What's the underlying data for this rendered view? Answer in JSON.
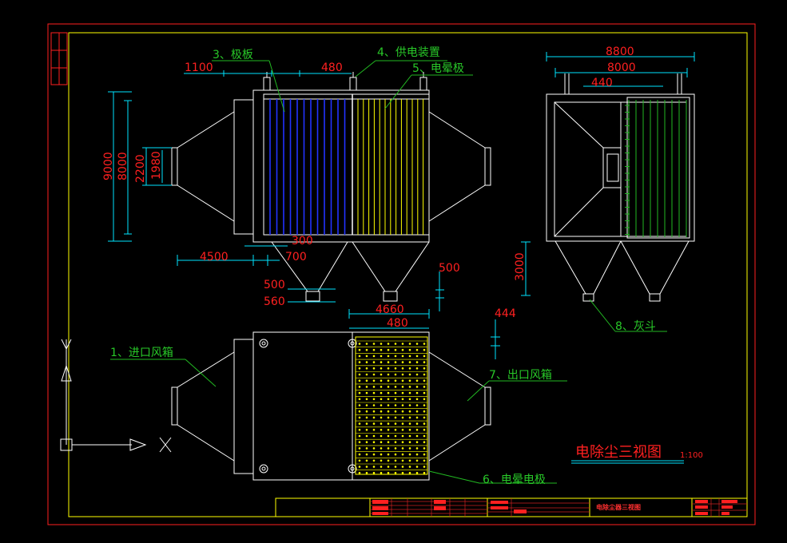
{
  "colors": {
    "background": "#000000",
    "outline": "#ffffff",
    "dimension_line": "#00e5ff",
    "dimension_text": "#ff2020",
    "leader_label": "#28c828",
    "inner_frame": "#ffff00",
    "outer_frame": "#ff2020",
    "collector_plates": "#2233ff",
    "discharge_electrodes": "#ffff00"
  },
  "front_view": {
    "dims": {
      "d1100": "1100",
      "d480": "480",
      "d9000": "9000",
      "d8000": "8000",
      "d2200": "2200",
      "d1980": "1980",
      "d300": "300",
      "d4500": "4500",
      "d700": "700",
      "d500": "500",
      "d560": "560"
    },
    "labels": {
      "plates": "3、极板",
      "power": "4、供电装置",
      "corona": "5、电晕极"
    }
  },
  "side_view": {
    "dims": {
      "d8800": "8800",
      "d8000": "8000",
      "d440": "440",
      "d3000": "3000"
    },
    "labels": {
      "hopper": "8、灰斗"
    }
  },
  "top_view": {
    "dims": {
      "d4660": "4660",
      "d480": "480",
      "d500": "500",
      "d444": "444"
    },
    "labels": {
      "inlet": "1、进口风箱",
      "outlet": "7、出口风箱",
      "electrode": "6、电晕电极"
    }
  },
  "axis": {
    "x_label": "X"
  },
  "drawing_title": {
    "title": "电除尘三视图",
    "scale": "1:100"
  },
  "title_block": {
    "name": "电除尘器三视图"
  }
}
